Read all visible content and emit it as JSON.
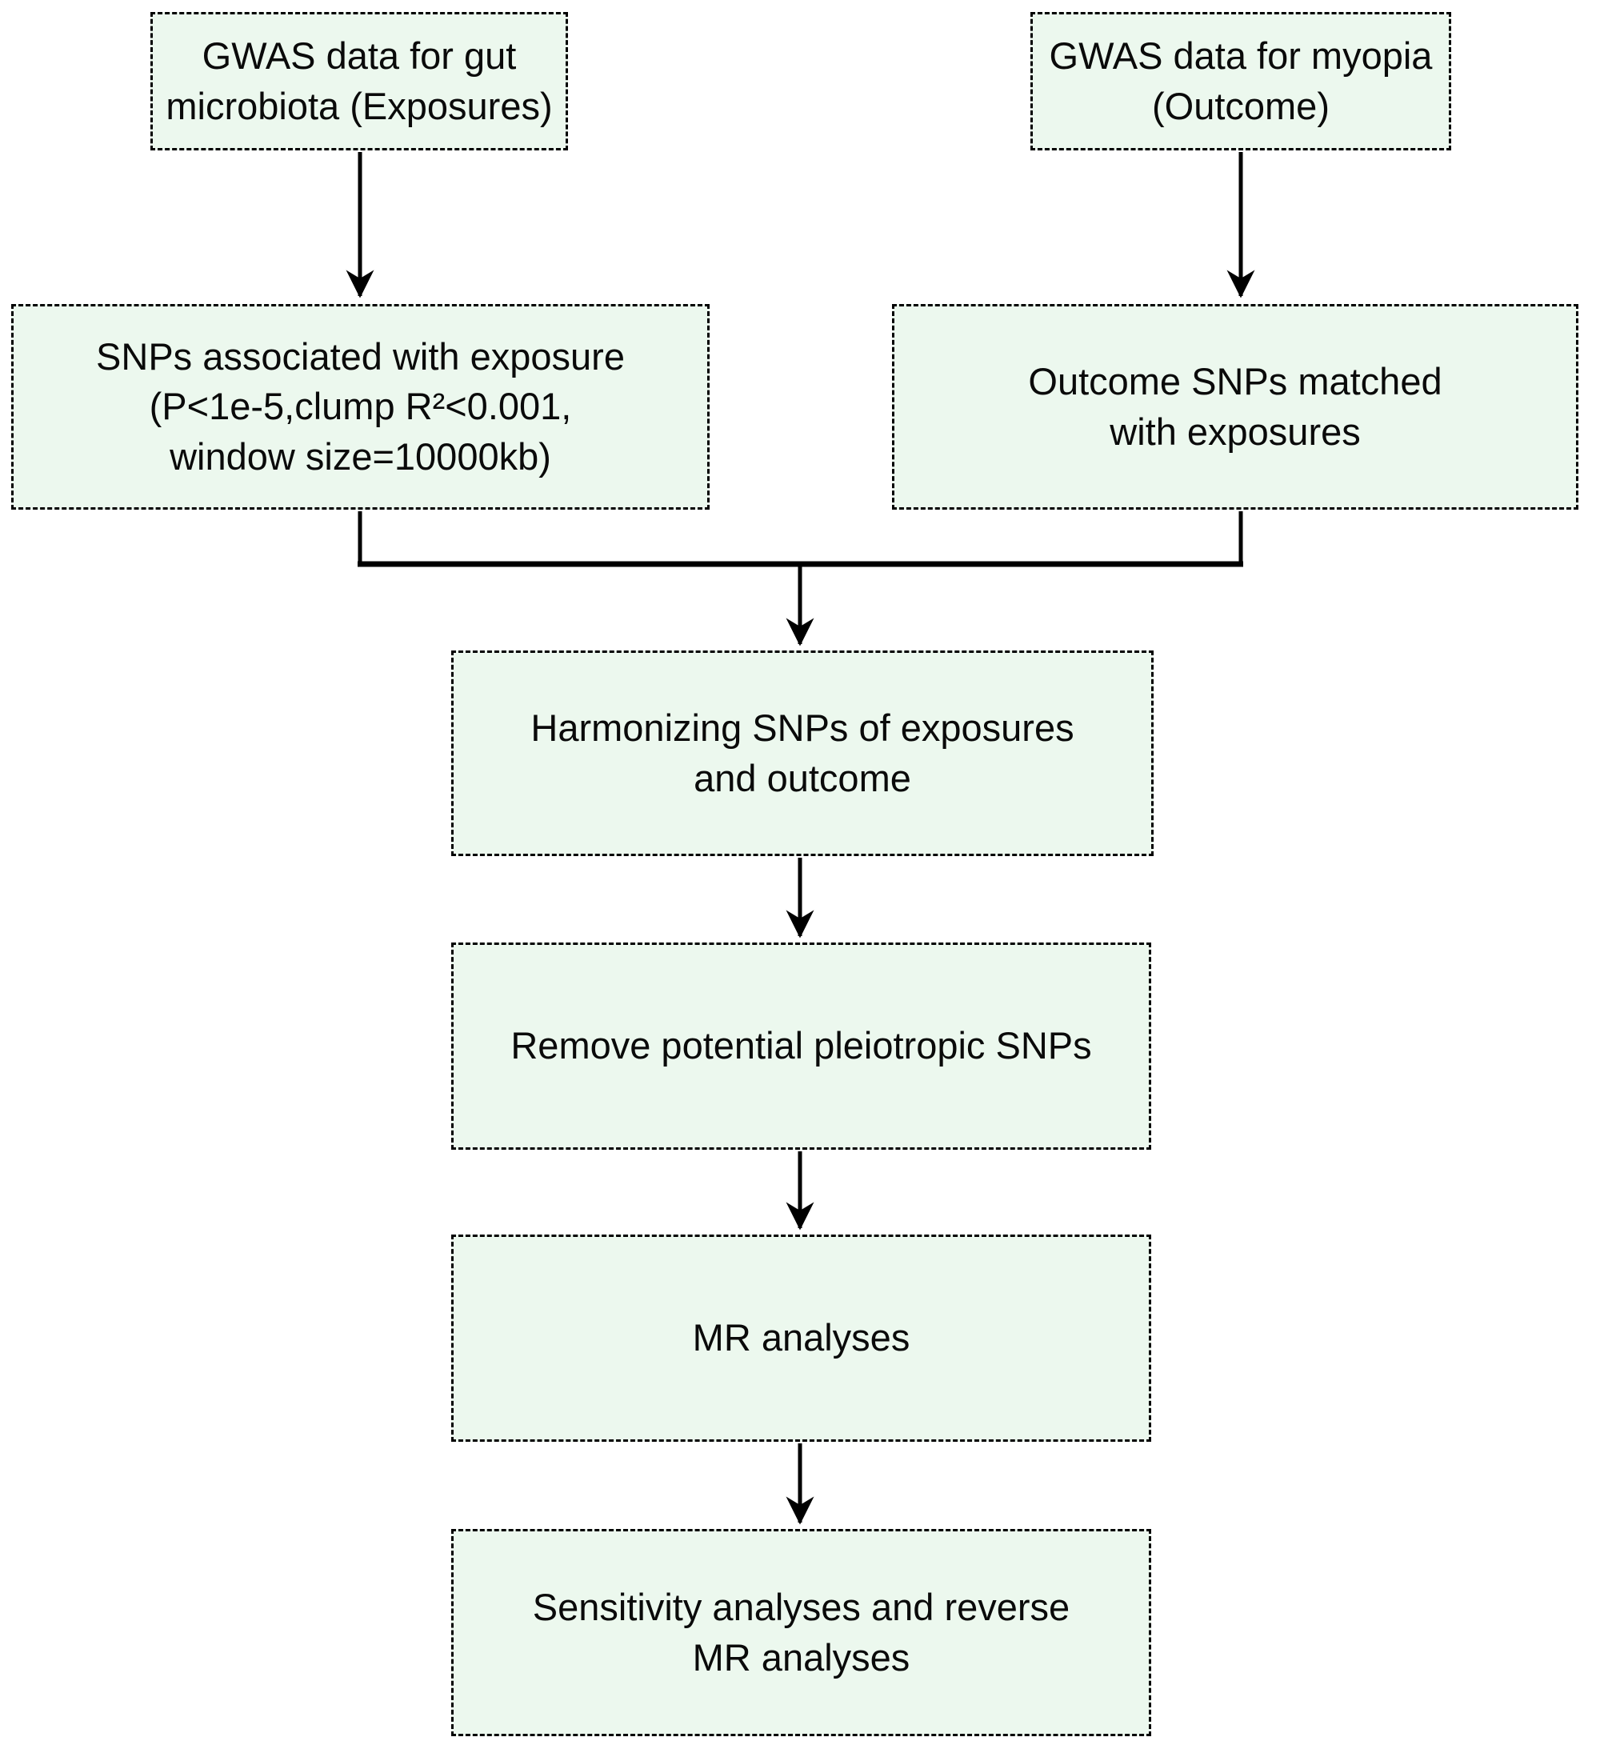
{
  "colors": {
    "box_fill": "#ecf8ee",
    "box_border": "#000000",
    "arrow": "#000000",
    "background": "#ffffff",
    "text": "#0a0a0a"
  },
  "nodes": {
    "gwas_exposures": {
      "lines": [
        "GWAS data for gut",
        "microbiota (Exposures)"
      ]
    },
    "gwas_outcome": {
      "lines": [
        "GWAS data for myopia",
        "(Outcome)"
      ]
    },
    "snps_exposure": {
      "lines": [
        "SNPs associated with exposure",
        "(P<1e-5,clump R²<0.001,",
        "window size=10000kb)"
      ]
    },
    "outcome_snps": {
      "lines": [
        "Outcome SNPs matched",
        "with exposures"
      ]
    },
    "harmonizing": {
      "lines": [
        "Harmonizing SNPs of exposures",
        "and outcome"
      ]
    },
    "remove_pleiotropic": {
      "lines": [
        "Remove potential pleiotropic SNPs"
      ]
    },
    "mr_analyses": {
      "lines": [
        "MR analyses"
      ]
    },
    "sensitivity": {
      "lines": [
        "Sensitivity analyses and reverse",
        "MR analyses"
      ]
    }
  }
}
